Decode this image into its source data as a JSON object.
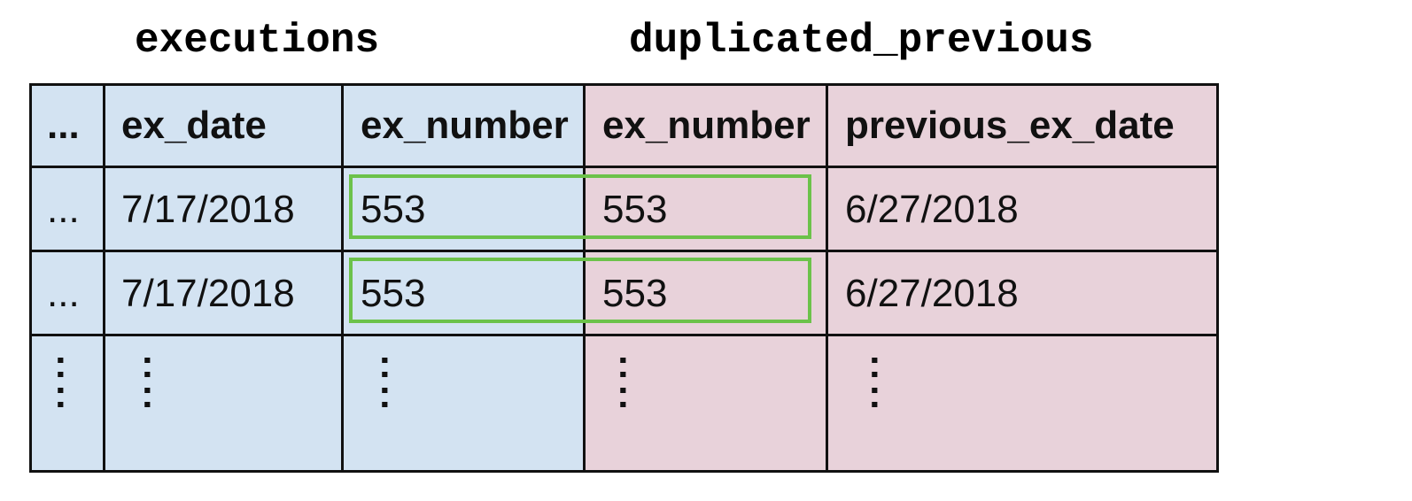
{
  "tables": {
    "left_title": "executions",
    "right_title": "duplicated_previous"
  },
  "columns": [
    {
      "label": "...",
      "table": "executions"
    },
    {
      "label": "ex_date",
      "table": "executions"
    },
    {
      "label": "ex_number",
      "table": "executions"
    },
    {
      "label": "ex_number",
      "table": "duplicated_previous"
    },
    {
      "label": "previous_ex_date",
      "table": "duplicated_previous"
    }
  ],
  "rows": [
    [
      "...",
      "7/17/2018",
      "553",
      "553",
      "6/27/2018"
    ],
    [
      "...",
      "7/17/2018",
      "553",
      "553",
      "6/27/2018"
    ]
  ],
  "continuation_marker": ":",
  "colors": {
    "executions_fill": "#d3e3f2",
    "duplicated_previous_fill": "#e8d2da",
    "highlight_border": "#6cc24a",
    "grid_line": "#111111"
  }
}
